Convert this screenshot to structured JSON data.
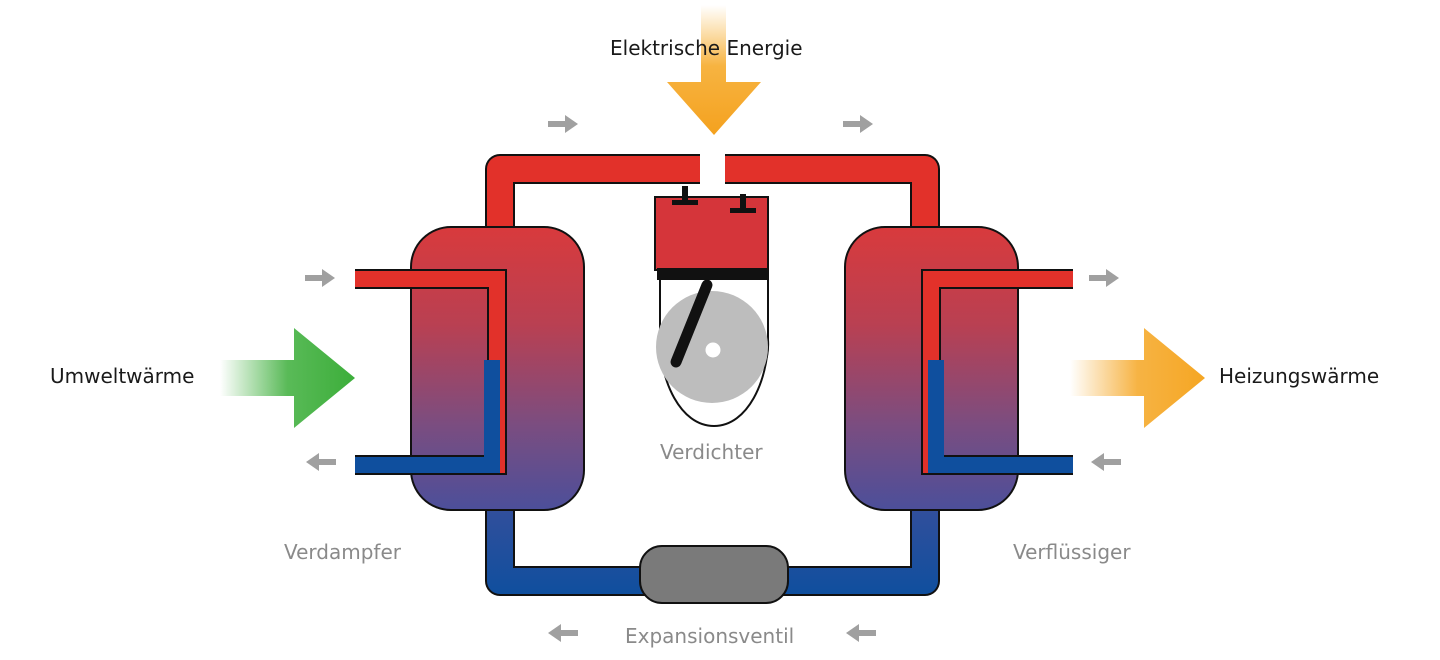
{
  "title": "",
  "labels": {
    "electric_energy": "Elektrische Energie",
    "environmental_heat": "Umweltwärme",
    "heating_heat": "Heizungswärme",
    "compressor": "Verdichter",
    "evaporator": "Verdampfer",
    "condenser": "Verflüssiger",
    "expansion_valve": "Expansionsventil"
  },
  "colors": {
    "hot": "#e2312a",
    "cold": "#0f4f9e",
    "electric_arrow": "#f4a31f",
    "environment_arrow": "#3cae3a",
    "heating_arrow": "#f5a623",
    "flow_arrow": "#a0a0a0",
    "compressor_body": "#d5353a",
    "flywheel": "#bdbdbd",
    "valve": "#7a7a7a",
    "outline": "#111111"
  },
  "icons": {
    "flow": "arrow-icon",
    "energy": "big-arrow-icon"
  }
}
